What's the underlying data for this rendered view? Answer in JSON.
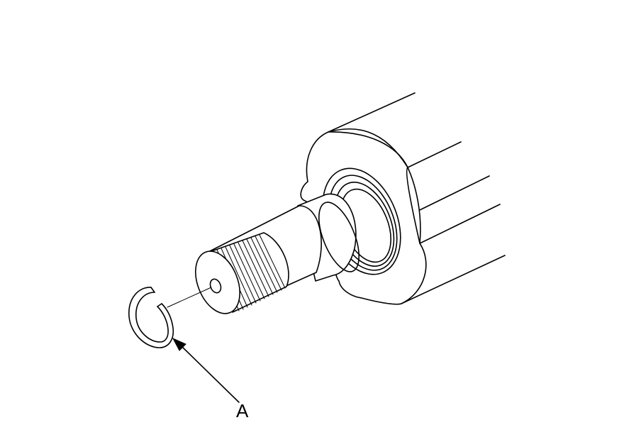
{
  "callouts": [
    {
      "id": "A",
      "text": "A",
      "target": "snap-ring"
    }
  ]
}
